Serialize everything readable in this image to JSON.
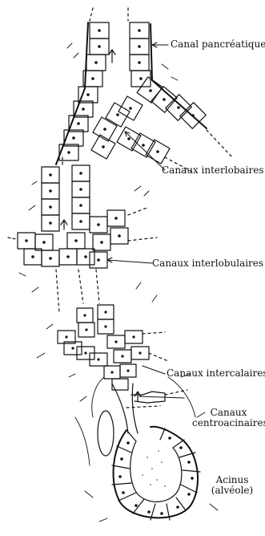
{
  "labels": {
    "canal_pancreatique": "Canal pancréatique",
    "canaux_interlobaires": "Canaux interlobaires",
    "canaux_interlobulaires": "Canaux interlobulaires",
    "canaux_intercalaires": "Canaux intercalaires",
    "canaux_centroacinaires_1": "Canaux",
    "canaux_centroacinaires_2": "centroacinaires",
    "acinus_1": "Acinus",
    "acinus_2": "(alvéole)"
  },
  "colors": {
    "ink": "#111111",
    "background": "#ffffff"
  }
}
